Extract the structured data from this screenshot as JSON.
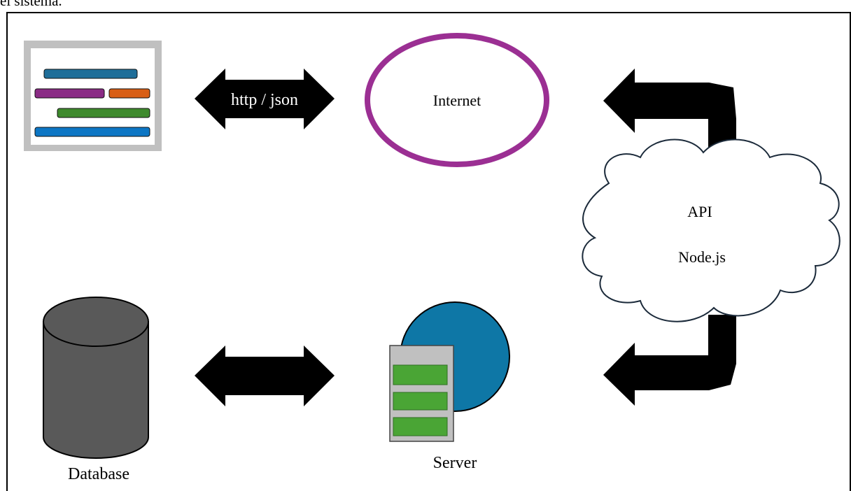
{
  "caption": "el sistema.",
  "labels": {
    "http_json": "http / json",
    "internet": "Internet",
    "api": "API",
    "nodejs": "Node.js",
    "database": "Database",
    "server": "Server"
  },
  "colors": {
    "frame": "#000000",
    "internet_ring": "#9b2f93",
    "server_circle": "#0e77a6",
    "server_slot": "#4aa535",
    "database_body": "#595959",
    "client_frame": "#c0c0c0",
    "client_bar_blue": "#1f6e99",
    "client_bar_purple": "#8a2b85",
    "client_bar_orange": "#d85e15",
    "client_bar_green": "#3e8a2d",
    "client_bar_lightblue": "#0d76c4"
  },
  "icons": [
    "client-app-icon",
    "database-icon",
    "server-icon",
    "cloud-icon"
  ]
}
